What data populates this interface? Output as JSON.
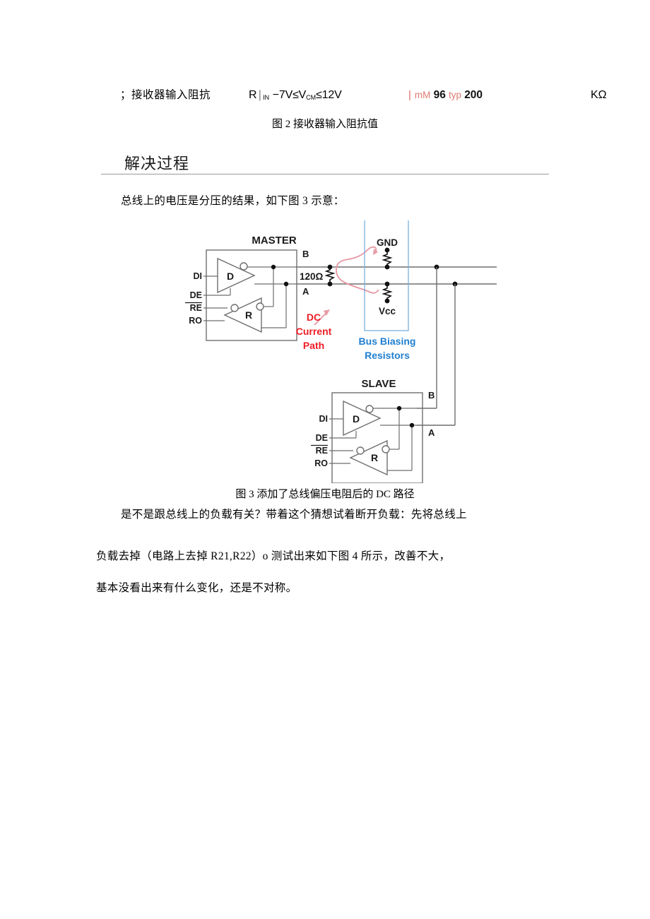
{
  "spec_row": {
    "parameter_label": "；接收器输入阻抗",
    "symbol": "R",
    "symbol_subscript": "IN",
    "condition": "−7V≤V",
    "condition_subscript": "CM",
    "condition_tail": "≤12V",
    "min_label": "mM",
    "min_value": "96",
    "typ_label": "typ",
    "typ_value": "200",
    "unit": "KΩ",
    "divider": "|",
    "bar": "|",
    "red_color": "#e07b72"
  },
  "captions": {
    "figure2": "图 2 接收器输入阻抗值",
    "figure3": "图 3 添加了总线偏压电阻后的 DC 路径"
  },
  "section": {
    "heading": "解决过程"
  },
  "paragraphs": {
    "intro": "总线上的电压是分压的结果，如下图 3 示意：",
    "line1": "是不是跟总线上的负载有关？带着这个猜想试着断开负载：先将总线上",
    "line2": "负载去掉（电路上去掉 R21,R22）o 测试出来如下图 4 所示，改善不大，",
    "line3": "基本没看出来有什么变化，还是不对称。"
  },
  "diagram": {
    "master": {
      "title": "MASTER",
      "pins": [
        "DI",
        "DE",
        "RE",
        "RO"
      ],
      "re_overline": true,
      "driver_label": "D",
      "receiver_label": "R",
      "bus_b": "B",
      "bus_a": "A"
    },
    "slave": {
      "title": "SLAVE",
      "pins": [
        "DI",
        "DE",
        "RE",
        "RO"
      ],
      "re_overline": true,
      "driver_label": "D",
      "receiver_label": "R",
      "bus_b": "B",
      "bus_a": "A"
    },
    "termination": {
      "value": "120Ω"
    },
    "bias": {
      "top_rail": "GND",
      "bottom_rail": "Vcc",
      "box_label_line1": "Bus Biasing",
      "box_label_line2": "Resistors",
      "box_color": "#1f7fd0",
      "box_border": "#7ab0de"
    },
    "annotation": {
      "line1": "DC",
      "line2": "Current",
      "line3": "Path",
      "color": "#ee1c25",
      "path_color": "#e79ba5"
    },
    "wire_color": "#6e6e6e"
  }
}
